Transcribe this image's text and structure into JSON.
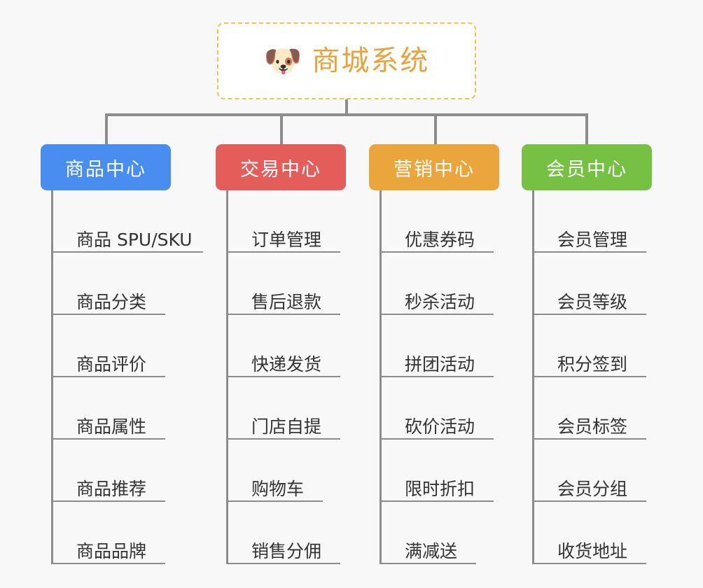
{
  "diagram": {
    "title": "商城系统",
    "background_color": "#f8f8f8",
    "root": {
      "label": "商城系统",
      "icon": "dog-face-emoji",
      "icon_glyph": "🐶",
      "text_color": "#e8a33d",
      "border_color": "#f2c14a",
      "background_color": "#ffffff"
    },
    "connector_color": "#8c8c8c",
    "branches": [
      {
        "id": "product-center",
        "label": "商品中心",
        "color": "#4a8df0",
        "head_width": 186,
        "items": [
          {
            "label": "商品 SPU/SKU",
            "underline_width": 214
          },
          {
            "label": "商品分类",
            "underline_width": 160
          },
          {
            "label": "商品评价",
            "underline_width": 160
          },
          {
            "label": "商品属性",
            "underline_width": 160
          },
          {
            "label": "商品推荐",
            "underline_width": 160
          },
          {
            "label": "商品品牌",
            "underline_width": 160
          }
        ]
      },
      {
        "id": "trade-center",
        "label": "交易中心",
        "color": "#e35d5b",
        "head_width": 186,
        "items": [
          {
            "label": "订单管理",
            "underline_width": 160
          },
          {
            "label": "售后退款",
            "underline_width": 160
          },
          {
            "label": "快递发货",
            "underline_width": 160
          },
          {
            "label": "门店自提",
            "underline_width": 160
          },
          {
            "label": "购物车",
            "underline_width": 135
          },
          {
            "label": "销售分佣",
            "underline_width": 160
          }
        ]
      },
      {
        "id": "marketing-center",
        "label": "营销中心",
        "color": "#eaa63c",
        "head_width": 186,
        "items": [
          {
            "label": "优惠券码",
            "underline_width": 160
          },
          {
            "label": "秒杀活动",
            "underline_width": 160
          },
          {
            "label": "拼团活动",
            "underline_width": 160
          },
          {
            "label": "砍价活动",
            "underline_width": 160
          },
          {
            "label": "限时折扣",
            "underline_width": 160
          },
          {
            "label": "满减送",
            "underline_width": 135
          }
        ]
      },
      {
        "id": "member-center",
        "label": "会员中心",
        "color": "#76c043",
        "head_width": 186,
        "items": [
          {
            "label": "会员管理",
            "underline_width": 160
          },
          {
            "label": "会员等级",
            "underline_width": 160
          },
          {
            "label": "积分签到",
            "underline_width": 160
          },
          {
            "label": "会员标签",
            "underline_width": 160
          },
          {
            "label": "会员分组",
            "underline_width": 160
          },
          {
            "label": "收货地址",
            "underline_width": 160
          }
        ]
      }
    ]
  }
}
